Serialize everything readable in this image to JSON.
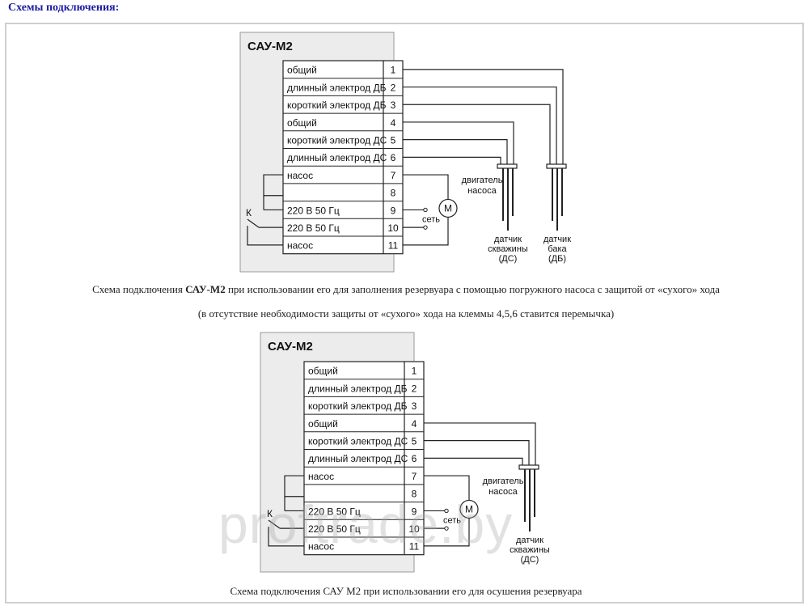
{
  "page": {
    "heading": "Схемы подключения:",
    "watermark": "proftrade.by"
  },
  "diagram1": {
    "device_title": "САУ-М2",
    "terminals": [
      {
        "label": "общий",
        "num": "1"
      },
      {
        "label": "длинный электрод ДБ",
        "num": "2"
      },
      {
        "label": "короткий электрод ДБ",
        "num": "3"
      },
      {
        "label": "общий",
        "num": "4"
      },
      {
        "label": "короткий электрод ДС",
        "num": "5"
      },
      {
        "label": "длинный электрод ДС",
        "num": "6"
      },
      {
        "label": "насос",
        "num": "7"
      },
      {
        "label": "",
        "num": "8"
      },
      {
        "label": "220 В  50 Гц",
        "num": "9"
      },
      {
        "label": "220 В  50 Гц",
        "num": "10"
      },
      {
        "label": "насос",
        "num": "11"
      }
    ],
    "switch_label": "К",
    "network_label": "сеть",
    "motor_symbol": "М",
    "motor_label": [
      "двигатель",
      "насоса"
    ],
    "sensor_ds_label": [
      "датчик",
      "скважины",
      "(ДС)"
    ],
    "sensor_db_label": [
      "датчик",
      "бака",
      "(ДБ)"
    ],
    "caption_prefix": "Схема подключения ",
    "caption_bold": "САУ-М2",
    "caption_suffix": " при использовании его для заполнения резервуара с помощью погружного насоса с защитой от «сухого» хода",
    "note": "(в отсутствие необходимости защиты от «сухого» хода на клеммы 4,5,6 ставится перемычка)"
  },
  "diagram2": {
    "device_title": "САУ-М2",
    "terminals": [
      {
        "label": "общий",
        "num": "1"
      },
      {
        "label": "длинный электрод ДБ",
        "num": "2"
      },
      {
        "label": "короткий электрод ДБ",
        "num": "3"
      },
      {
        "label": "общий",
        "num": "4"
      },
      {
        "label": "короткий электрод ДС",
        "num": "5"
      },
      {
        "label": "длинный электрод ДС",
        "num": "6"
      },
      {
        "label": "насос",
        "num": "7"
      },
      {
        "label": "",
        "num": "8"
      },
      {
        "label": "220 В  50 Гц",
        "num": "9"
      },
      {
        "label": "220 В  50 Гц",
        "num": "10"
      },
      {
        "label": "насос",
        "num": "11"
      }
    ],
    "switch_label": "К",
    "network_label": "сеть",
    "motor_symbol": "М",
    "motor_label": [
      "двигатель",
      "насоса"
    ],
    "sensor_ds_label": [
      "датчик",
      "скважины",
      "(ДС)"
    ],
    "caption": "Схема подключения САУ М2 при использовании его для осушения резервуара"
  }
}
